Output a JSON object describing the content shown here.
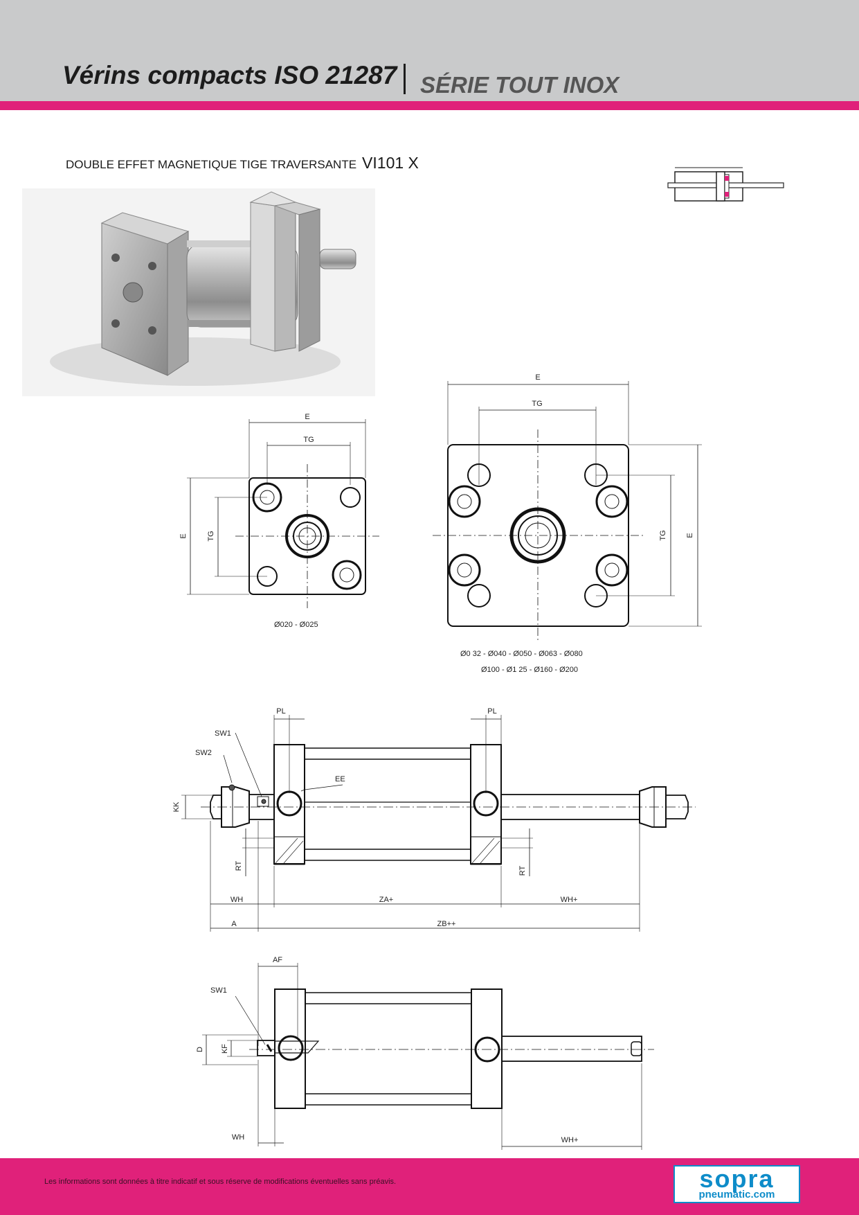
{
  "header": {
    "title": "Vérins compacts ISO 21287",
    "subtitle": "SÉRIE TOUT INOX",
    "accent_color": "#e0217a",
    "band_color": "#c9cacb"
  },
  "product": {
    "description": "DOUBLE EFFET MAGNETIQUE TIGE TRAVERSANTE",
    "code": "VI101 X"
  },
  "front_views": {
    "small": {
      "caption": "Ø020 - Ø025",
      "labels": {
        "e_top": "E",
        "tg_top": "TG",
        "e_side": "E",
        "tg_side": "TG"
      }
    },
    "large": {
      "caption_line1": "Ø0 32 - Ø040 - Ø050 - Ø063 - Ø080",
      "caption_line2": "Ø100 - Ø1    25 - Ø160 - Ø200",
      "labels": {
        "e_top": "E",
        "tg_top": "TG",
        "e_side": "E",
        "tg_side": "TG"
      }
    }
  },
  "side_view": {
    "labels": {
      "pl_left": "PL",
      "pl_right": "PL",
      "sw1": "SW1",
      "sw2": "SW2",
      "ee": "EE",
      "kk": "KK",
      "rt_left": "RT",
      "rt_right": "RT",
      "wh_left": "WH",
      "za": "ZA+",
      "wh_right": "WH+",
      "a": "A",
      "zb": "ZB++"
    }
  },
  "section_view": {
    "labels": {
      "af": "AF",
      "sw1": "SW1",
      "d": "D",
      "kf": "KF",
      "wh_left": "WH",
      "wh_right": "WH+"
    }
  },
  "footer": {
    "note": "Les informations sont données à titre indicatif et sous réserve de modifications éventuelles sans préavis.",
    "logo_main": "sopra",
    "logo_sub": "pneumatic.com",
    "logo_color": "#0e8cc9"
  }
}
